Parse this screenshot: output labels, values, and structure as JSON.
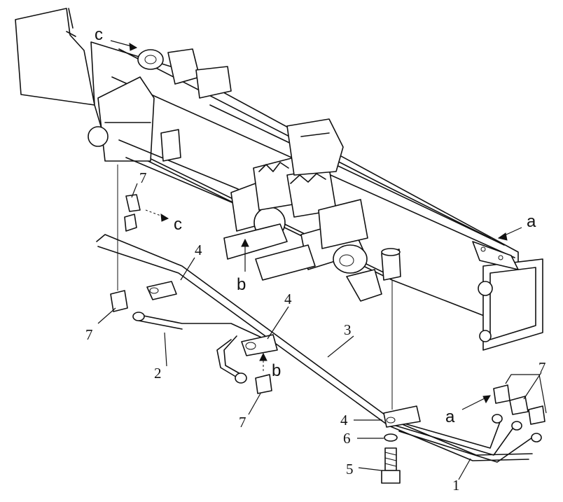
{
  "labels": {
    "c_top": "c",
    "c_mid": "c",
    "a_right": "a",
    "a_bottom": "a",
    "b_mid": "b",
    "b_low": "b",
    "n1": "1",
    "n2": "2",
    "n3": "3",
    "n4_left": "4",
    "n4_mid": "4",
    "n4_bottom": "4",
    "n5": "5",
    "n6": "6",
    "n7_top": "7",
    "n7_left": "7",
    "n7_bottom": "7",
    "n7_right": "7"
  }
}
